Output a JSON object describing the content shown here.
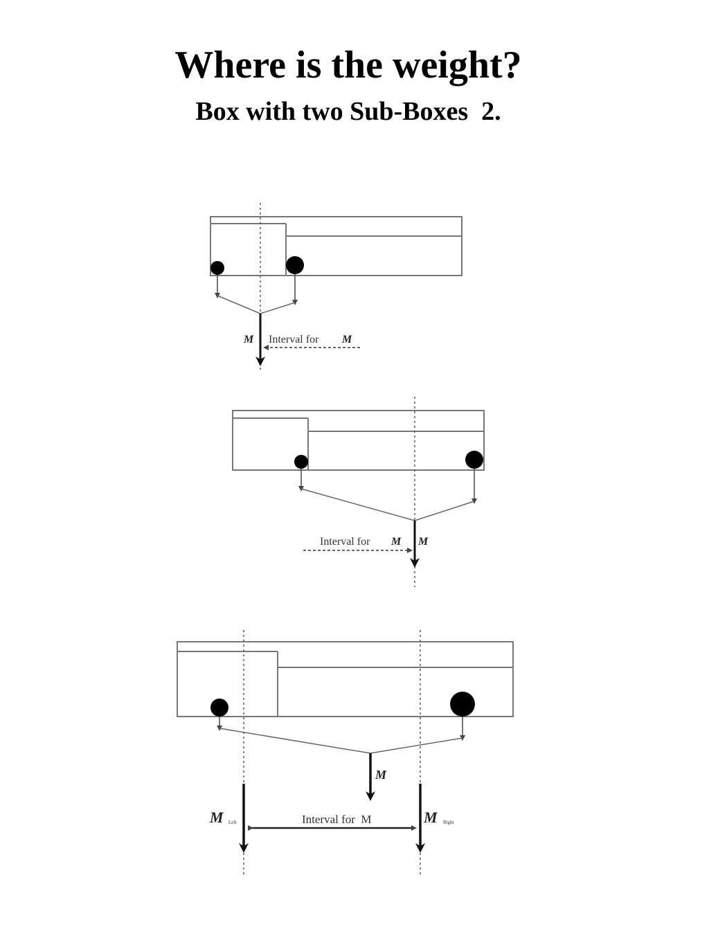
{
  "title": "Where is the weight?",
  "subtitle": "Box with two Sub-Boxes  2.",
  "diagram1": {
    "mass_label": "M",
    "interval_label": "Interval for",
    "interval_mass": "M"
  },
  "diagram2": {
    "interval_label": "Interval for",
    "interval_mass": "M",
    "mass_label": "M"
  },
  "diagram3": {
    "center_mass": "M",
    "left_mass": "M",
    "left_sub": "Left",
    "right_mass": "M",
    "right_sub": "Right",
    "interval_label": "Interval for  M"
  }
}
